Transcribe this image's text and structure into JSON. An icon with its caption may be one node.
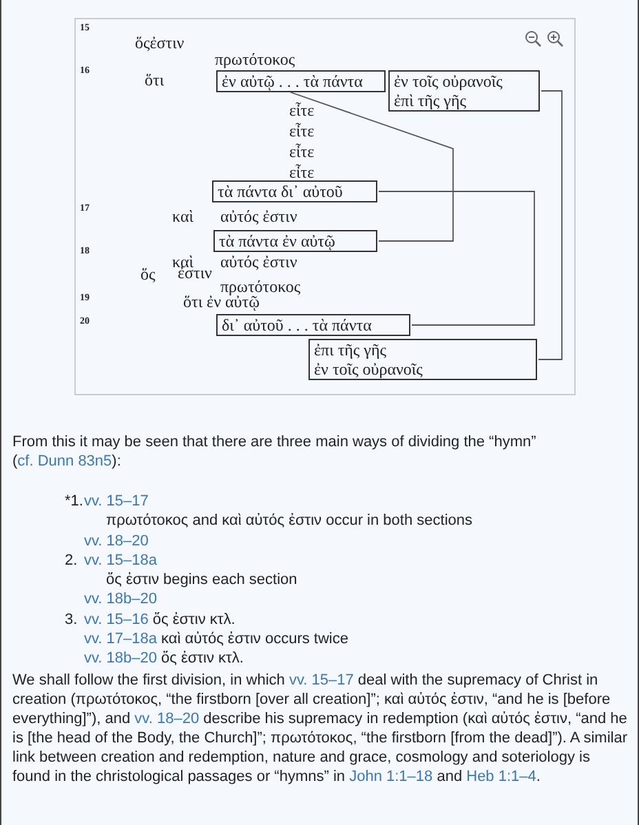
{
  "diagram": {
    "nodes": [
      {
        "text": [
          "ἐν αὐτῷ . . . τὰ πάντα"
        ]
      },
      {
        "text": [
          "ἐν τοῖς οὐρανοῖς",
          "ἐπὶ τῆς γῆς"
        ]
      },
      {
        "text": [
          "τὰ πάντα δι᾽ αὐτοῦ"
        ]
      },
      {
        "text": [
          "τὰ πάντα ἐν αὐτῷ"
        ]
      },
      {
        "text": [
          "δι᾽ αὐτοῦ . . . τὰ πάντα"
        ]
      },
      {
        "text": [
          "ἐπι τῆς γῆς",
          "ἐν τοῖς οὐρανοῖς"
        ]
      }
    ],
    "edges": [
      {
        "from": 0,
        "to": 3,
        "arrow": "none"
      },
      {
        "from": 1,
        "to": 5,
        "arrow": "none"
      },
      {
        "from": 2,
        "to": 4,
        "arrow": "none"
      }
    ],
    "labels": [
      "15",
      "ὅςἐστιν",
      "πρωτότοκος",
      "16",
      "ὅτι",
      "εἶτε",
      "εἶτε",
      "εἶτε",
      "εἶτε",
      "17",
      "καὶ",
      "αὐτός ἐστιν",
      "18",
      "καὶ",
      "αὐτός ἐστιν",
      "ὅς",
      "ἐστιν",
      "19",
      "πρωτότοκος",
      "ὅτι ἐν αὐτῷ",
      "20",
      "From this it may be seen that there are three main ways of dividing the “hymn” (",
      "cf. Dunn 83n5",
      "):",
      "*1.",
      "vv. 15–17",
      "πρωτότοκος and καὶ αὐτός ἐστιν occur in both sections",
      "vv. 18–20",
      "2.",
      "vv. 15–18a",
      "ὅς ἐστιν begins each section",
      "vv. 18b–20",
      "3.",
      "vv. 15–16",
      "ὅς ἐστιν κτλ.",
      "vv. 17–18a",
      "καὶ αὐτός ἐστιν occurs twice",
      "vv. 18b–20",
      "ὅς ἐστιν κτλ.",
      "We shall follow the first division, in which",
      "vv. 15–17",
      "deal with the supremacy of Christ in creation (πρωτότοκος, “the firstborn [over all creation]”; καὶ αὐτός ἐστιν, “and he is [before everything]”), and",
      "vv. 18–20",
      "describe his supremacy in redemption (καὶ αὐτός ἐστιν, “and he is [the head of the Body, the Church]”; πρωτότοκος, “the firstborn [from the dead]”). A similar link between creation and redemption, nature and grace, cosmology and soteriology is found in the christological passages or “hymns” in",
      "John 1:1–18",
      "and",
      "Heb 1:1–4",
      "."
    ]
  }
}
